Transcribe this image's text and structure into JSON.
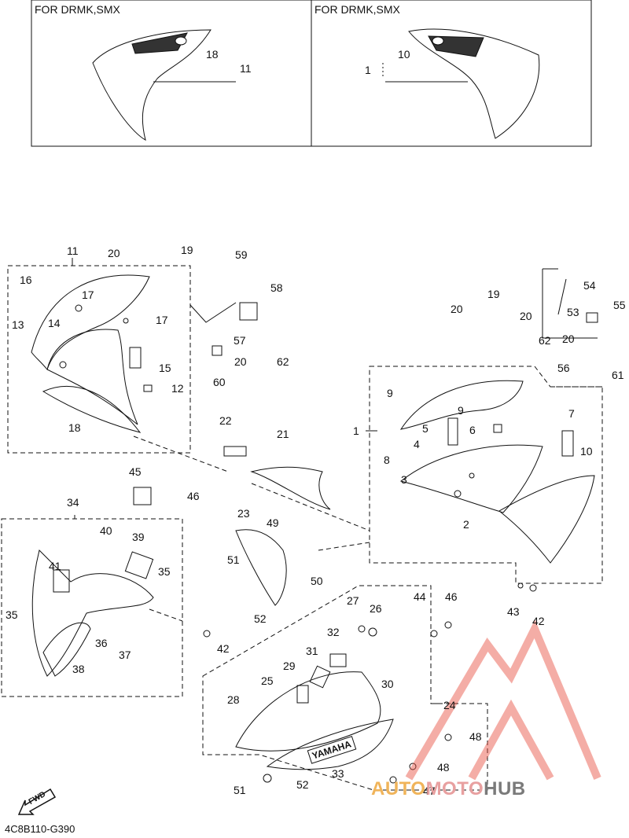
{
  "header": {
    "left_caption": "FOR DRMK,SMX",
    "right_caption": "FOR DRMK,SMX"
  },
  "figure_code": "4C8B110-G390",
  "fwd_label": "FWD",
  "decal_text": "YAMAHA",
  "watermark": {
    "part1": "AUTO",
    "part2": "MOTO",
    "part3": "HUB"
  },
  "colors": {
    "line": "#111111",
    "watermark_red": "#e74c3c",
    "watermark_orange": "#f0b45a",
    "watermark_gray": "#7a7a7a"
  },
  "callouts": [
    "11",
    "18",
    "10",
    "1",
    "11",
    "20",
    "19",
    "16",
    "17",
    "13",
    "14",
    "17",
    "15",
    "12",
    "18",
    "59",
    "58",
    "57",
    "20",
    "62",
    "60",
    "22",
    "21",
    "20",
    "19",
    "20",
    "9",
    "9",
    "1",
    "5",
    "6",
    "7",
    "10",
    "8",
    "4",
    "3",
    "2",
    "54",
    "53",
    "55",
    "20",
    "62",
    "56",
    "61",
    "45",
    "46",
    "23",
    "49",
    "51",
    "52",
    "50",
    "34",
    "40",
    "39",
    "41",
    "35",
    "35",
    "36",
    "37",
    "38",
    "42",
    "27",
    "26",
    "44",
    "46",
    "43",
    "42",
    "32",
    "31",
    "29",
    "30",
    "25",
    "28",
    "24",
    "48",
    "48",
    "33",
    "47",
    "51",
    "52"
  ]
}
